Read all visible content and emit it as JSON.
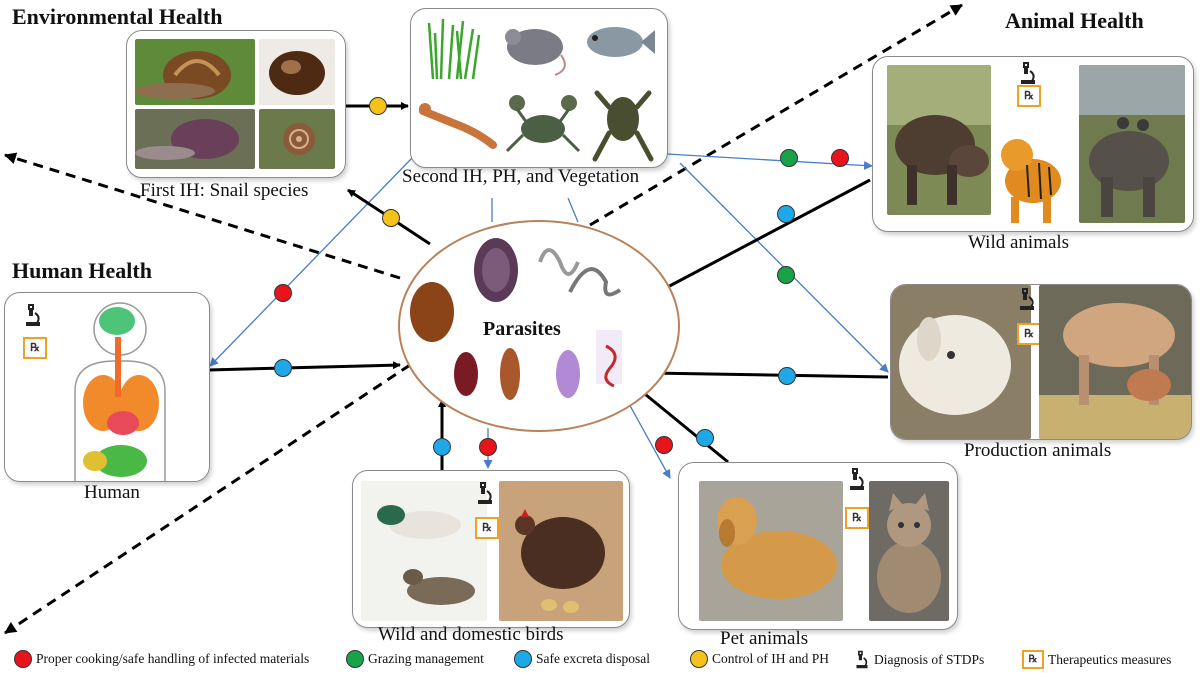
{
  "headers": {
    "environmental": "Environmental Health",
    "animal": "Animal Health",
    "human": "Human Health"
  },
  "captions": {
    "snail": "First IH: Snail species",
    "second_ih": "Second IH, PH, and Vegetation",
    "wild_animals": "Wild animals",
    "production": "Production animals",
    "human": "Human",
    "birds": "Wild and domestic birds",
    "pets": "Pet animals",
    "parasites": "Parasites"
  },
  "rx_symbol": "℞",
  "icons": [
    "microscope-icon",
    "rx-icon"
  ],
  "colors": {
    "red": "#e8141c",
    "green": "#1aa24a",
    "blue": "#1fa8e8",
    "yellow": "#f5c21b",
    "arrow_blue": "#4a7cc7",
    "arrow_black": "#000000",
    "rx_border": "#f0a024"
  },
  "legend": [
    {
      "color": "red",
      "label": "Proper cooking/safe handling of infected materials"
    },
    {
      "color": "green",
      "label": "Grazing management"
    },
    {
      "color": "blue",
      "label": "Safe excreta disposal"
    },
    {
      "color": "yellow",
      "label": "Control of IH and PH"
    },
    {
      "icon": "microscope-icon",
      "label": "Diagnosis of STDPs"
    },
    {
      "icon": "rx-icon",
      "label": "Therapeutics measures"
    }
  ]
}
